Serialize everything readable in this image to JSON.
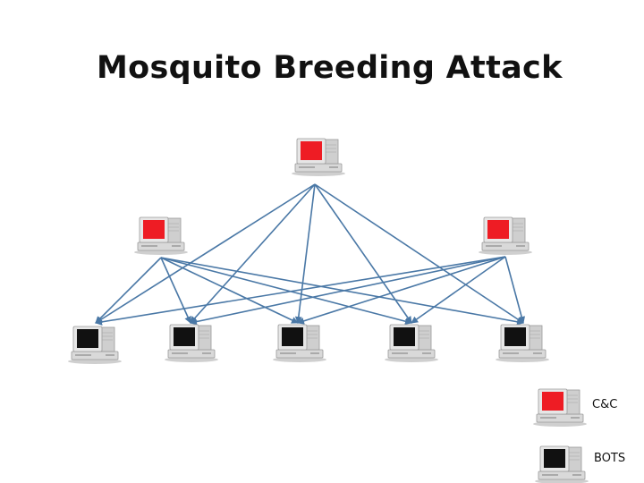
{
  "title": "Mosquito Breeding Attack",
  "colors": {
    "cnc_screen": "#ee1c24",
    "bot_screen": "#111111",
    "link": "#4a78a6"
  },
  "nodes": {
    "cnc": [
      "cnc-top",
      "cnc-left",
      "cnc-right"
    ],
    "bots": [
      "bot-1",
      "bot-2",
      "bot-3",
      "bot-4",
      "bot-5"
    ]
  },
  "legend": {
    "cnc_label": "C&C",
    "bots_label": "BOTS"
  }
}
